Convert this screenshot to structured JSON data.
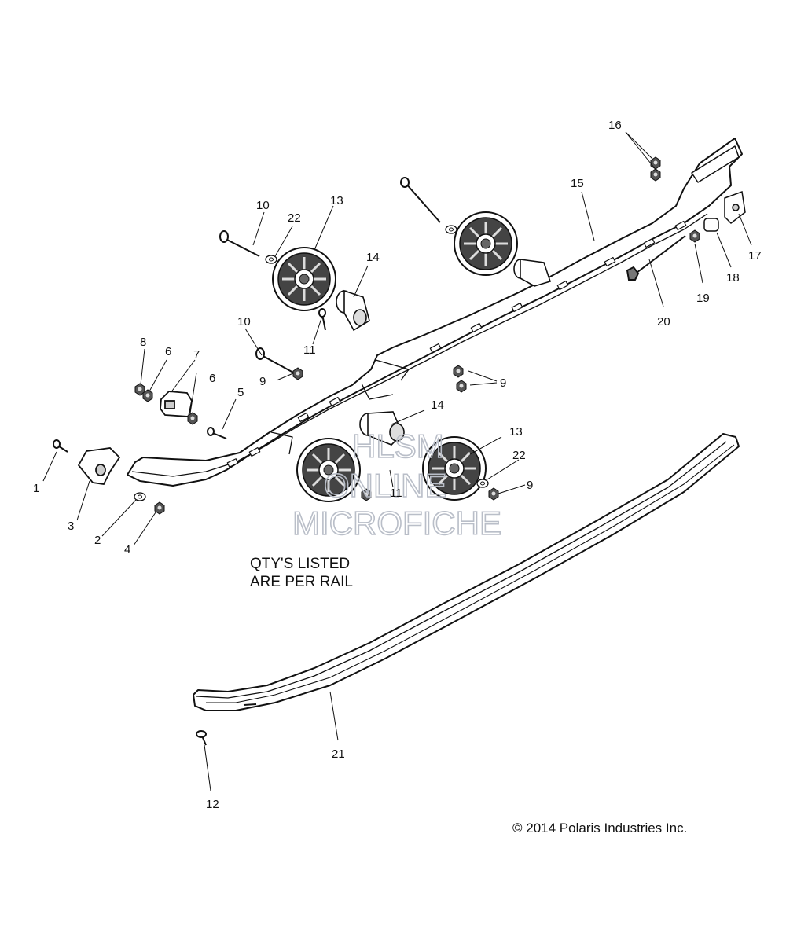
{
  "note": {
    "line1": "QTY'S LISTED",
    "line2": "ARE PER RAIL"
  },
  "copyright": "© 2014 Polaris Industries Inc.",
  "watermark": {
    "line1": "HLSM",
    "line2": "ONLINE",
    "line3": "MICROFICHE"
  },
  "callouts": {
    "c1": "1",
    "c2": "2",
    "c3": "3",
    "c4": "4",
    "c5": "5",
    "c6a": "6",
    "c6b": "6",
    "c7": "7",
    "c8": "8",
    "c9a": "9",
    "c9b": "9",
    "c9c": "9",
    "c10a": "10",
    "c10b": "10",
    "c11a": "11",
    "c11b": "11",
    "c12": "12",
    "c13a": "13",
    "c13b": "13",
    "c14a": "14",
    "c14b": "14",
    "c15": "15",
    "c16": "16",
    "c17": "17",
    "c18": "18",
    "c19": "19",
    "c20": "20",
    "c21": "21",
    "c22a": "22",
    "c22b": "22"
  }
}
